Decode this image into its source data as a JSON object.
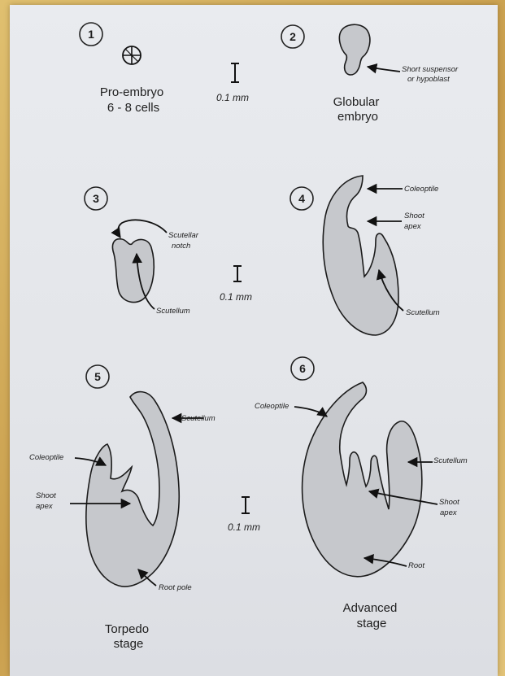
{
  "stages": [
    {
      "number": "1",
      "caption_lines": [
        "Pro-embryo",
        "6 - 8 cells"
      ]
    },
    {
      "number": "2",
      "caption_lines": [
        "Globular",
        "embryo"
      ]
    },
    {
      "number": "3"
    },
    {
      "number": "4"
    },
    {
      "number": "5",
      "caption_lines": [
        "Torpedo",
        "stage"
      ]
    },
    {
      "number": "6",
      "caption_lines": [
        "Advanced",
        "stage"
      ]
    }
  ],
  "labels": {
    "short_suspensor": [
      "Short suspensor",
      "or hypoblast"
    ],
    "scutellar_notch": [
      "Scutellar",
      "notch"
    ],
    "scutellum": "Scutellum",
    "coleoptile_4": "Coleoptile",
    "shoot_apex": [
      "Shoot",
      "apex"
    ],
    "coleoptile": "Coleoptile",
    "root_pole": "Root pole",
    "root": "Root"
  },
  "scale_bar": "0.1 mm"
}
